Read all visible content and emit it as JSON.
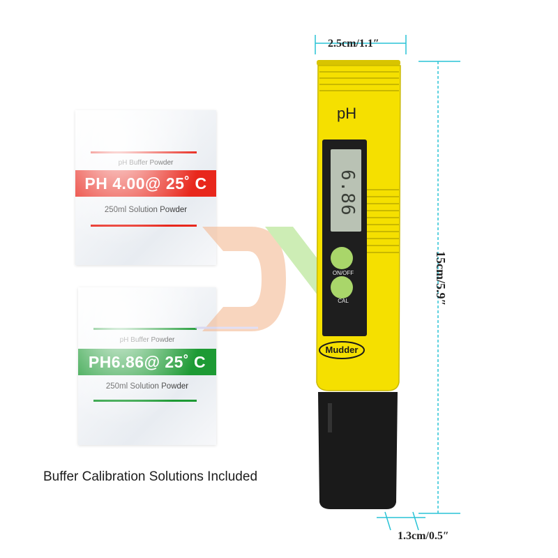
{
  "sachets": [
    {
      "top_label": "pH Buffer Powder",
      "band_text": "PH 4.00@ 25˚ C",
      "sub_label": "250ml  Solution  Powder",
      "accent": "#e8271c"
    },
    {
      "top_label": "pH Buffer Powder",
      "band_text": "PH6.86@ 25˚ C",
      "sub_label": "250ml  Solution  Powder",
      "accent": "#1d9a34"
    }
  ],
  "caption": "Buffer Calibration Solutions Included",
  "meter": {
    "label": "pH",
    "display_value": "6.86",
    "on_off_label": "ON/OFF",
    "cal_label": "CAL",
    "brand": "Mudder",
    "body_color": "#f5e000",
    "cap_color": "#1a1a1a"
  },
  "dimensions": {
    "width": "2.5cm/1.1″",
    "length": "15cm/5.9″",
    "bottom": "1.3cm/0.5″"
  },
  "colors": {
    "dimension_line": "#29c3d6",
    "button_green": "#a9d66a"
  }
}
